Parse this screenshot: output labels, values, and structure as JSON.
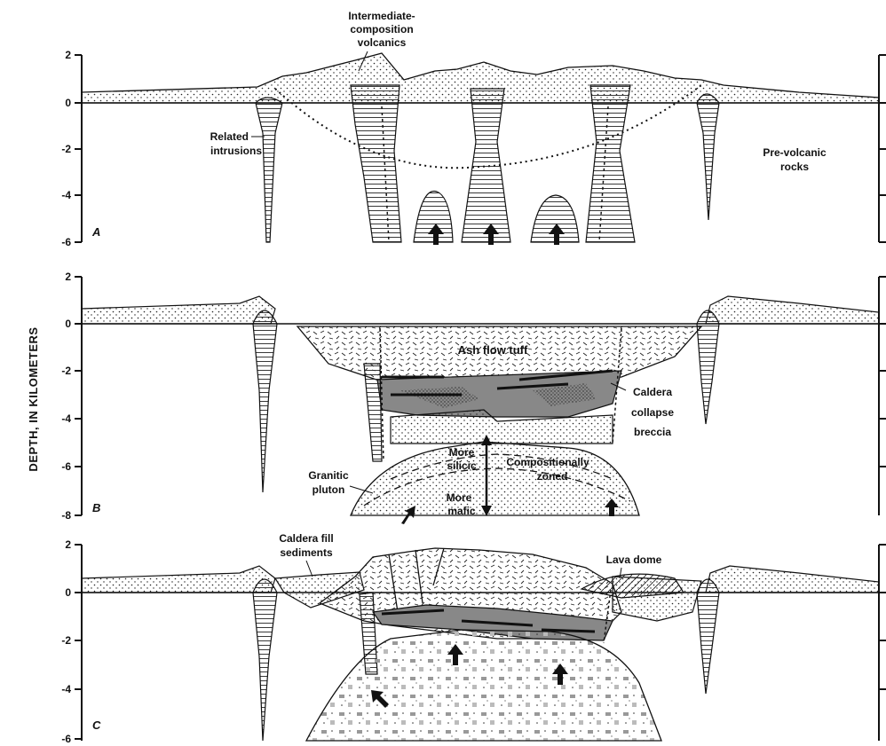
{
  "y_axis_label": "DEPTH, IN KILOMETERS",
  "panels": {
    "a": {
      "letter": "A",
      "ticks": [
        "2",
        "0",
        "-2",
        "-4",
        "-6"
      ],
      "labels": {
        "volcanics_1": "Intermediate-",
        "volcanics_2": "composition",
        "volcanics_3": "volcanics",
        "intrusions_1": "Related",
        "intrusions_2": "intrusions",
        "prevolcanic_1": "Pre-volcanic",
        "prevolcanic_2": "rocks"
      }
    },
    "b": {
      "letter": "B",
      "ticks": [
        "2",
        "0",
        "-2",
        "-4",
        "-6",
        "-8"
      ],
      "labels": {
        "tuff": "Ash flow  tuff",
        "breccia_1": "Caldera",
        "breccia_2": "collapse",
        "breccia_3": "breccia",
        "pluton_1": "Granitic",
        "pluton_2": "pluton",
        "silicic_1": "More",
        "silicic_2": "silicic",
        "zoned_1": "Compositionally",
        "zoned_2": "zoned",
        "mafic_1": "More",
        "mafic_2": "mafic"
      }
    },
    "c": {
      "letter": "C",
      "ticks": [
        "2",
        "0",
        "-2",
        "-4",
        "-6"
      ],
      "labels": {
        "fill_1": "Caldera fill",
        "fill_2": "sediments",
        "dome": "Lava  dome"
      }
    }
  }
}
